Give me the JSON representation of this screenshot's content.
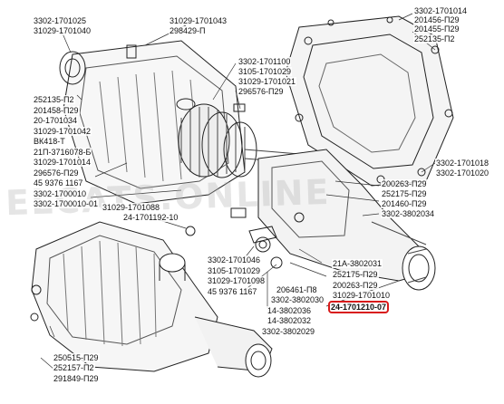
{
  "watermark": {
    "text": "ELCATS.ONLINE",
    "subtext": "cat"
  },
  "highlight_color": "#d81b1b",
  "labels": {
    "l01": "3302-1701025",
    "l02": "31029-1701040",
    "l03": "31029-1701043",
    "l04": "298429-П",
    "l05": "3302-1701014",
    "l06": "201456-П29",
    "l07": "201455-П29",
    "l08": "252135-П2",
    "l09": "3302-1701100",
    "l10": "3105-1701029",
    "l11": "31029-1701021",
    "l12": "296576-П29",
    "l13": "252135-П2",
    "l14": "201458-П29",
    "l15": "20-1701034",
    "l16": "31029-1701042",
    "l17": "ВК418-Т",
    "l18": "21П-3716078-Б",
    "l19": "31029-1701014",
    "l20": "296576-П29",
    "l21": "45 9376 1167",
    "l22": "3302-1700010",
    "l23": "3302-1700010-01",
    "l24": "31029-1701088",
    "l25": "24-1701192-10",
    "l26": "3302-1701018",
    "l27": "3302-1701020",
    "l28": "200263-П29",
    "l29": "252175-П29",
    "l30": "201460-П29",
    "l31": "3302-3802034",
    "l32": "3302-1701046",
    "l33": "3105-1701029",
    "l34": "31029-1701098",
    "l35": "45 9376 1167",
    "l36": "21А-3802031",
    "l37": "252175-П29",
    "l38": "200263-П29",
    "l39": "206461-П8",
    "l40": "3302-3802030",
    "l41": "31029-1701010",
    "l42": "14-3802036",
    "l43": "14-3802032",
    "l44": "24-1701210-07",
    "l45": "3302-3802029",
    "l46": "250515-П29",
    "l47": "252157-П2",
    "l48": "291849-П29"
  }
}
